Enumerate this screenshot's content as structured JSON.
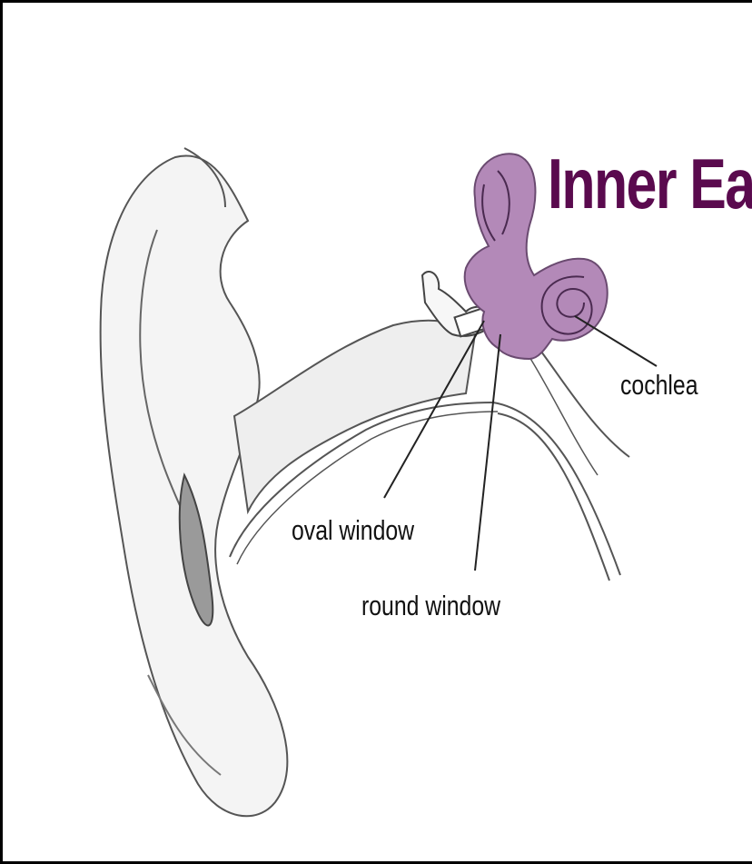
{
  "title": "Inner Ear",
  "labels": {
    "cochlea": "cochlea",
    "oval_window": "oval window",
    "round_window": "round window"
  },
  "colors": {
    "title": "#5a0a4e",
    "inner_ear_fill": "#b389b8",
    "line": "#222222"
  }
}
